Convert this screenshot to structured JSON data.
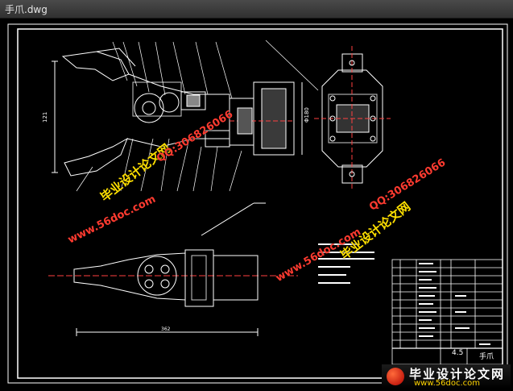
{
  "window": {
    "title": "手爪.dwg"
  },
  "drawing": {
    "title_block": {
      "scale": "4.5",
      "name": "手爪"
    },
    "colors": {
      "background": "#000000",
      "lines": "#ffffff",
      "dim": "#7fdbff",
      "accent": "#ff4040"
    }
  },
  "watermarks": {
    "site_cn": "毕业设计论文网",
    "site_url": "www.56doc.com",
    "qq": "QQ:306826066"
  },
  "brand": {
    "name": "毕业设计论文网",
    "url": "www.56doc.com"
  }
}
